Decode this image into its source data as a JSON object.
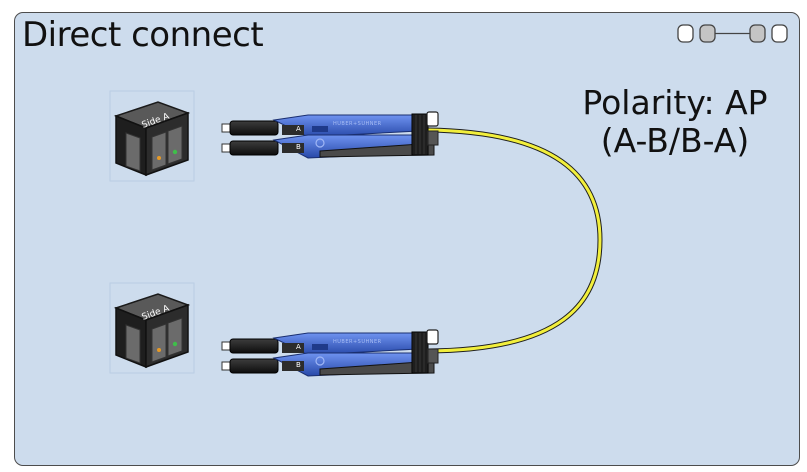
{
  "diagram": {
    "title": "Direct connect",
    "polarity_label": "Polarity: AP",
    "polarity_mapping": "(A-B/B-A)",
    "adapters": [
      {
        "label": "Side A"
      },
      {
        "label": "Side A"
      }
    ],
    "connector_brand": "HUBER+SUHNER",
    "connector_marks": [
      "A",
      "B"
    ],
    "cable_color": "#f2ef3c",
    "connector_color": "#3a63c9"
  }
}
